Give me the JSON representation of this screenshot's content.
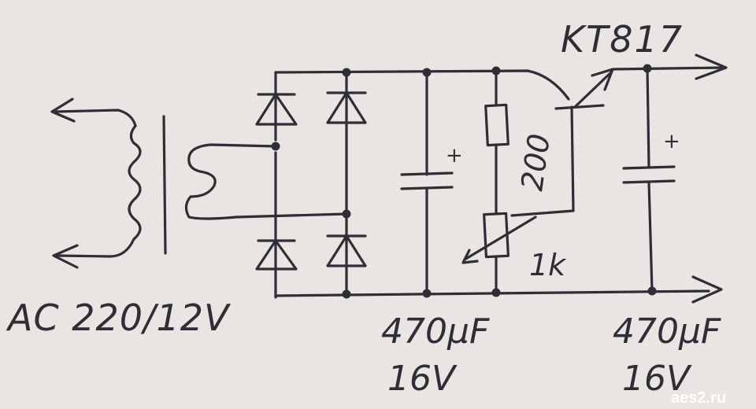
{
  "labels": {
    "transistor": "KT817",
    "transformer": "AC 220/12V",
    "resistor_fixed": "200",
    "resistor_variable": "1k",
    "capacitor1_value": "470μF",
    "capacitor1_voltage": "16V",
    "capacitor2_value": "470μF",
    "capacitor2_voltage": "16V",
    "cap1_polarity": "+",
    "cap2_polarity": "+",
    "watermark": "aes2.ru"
  },
  "colors": {
    "ink": "#2f2e36",
    "paper": "#e9e5e2"
  }
}
